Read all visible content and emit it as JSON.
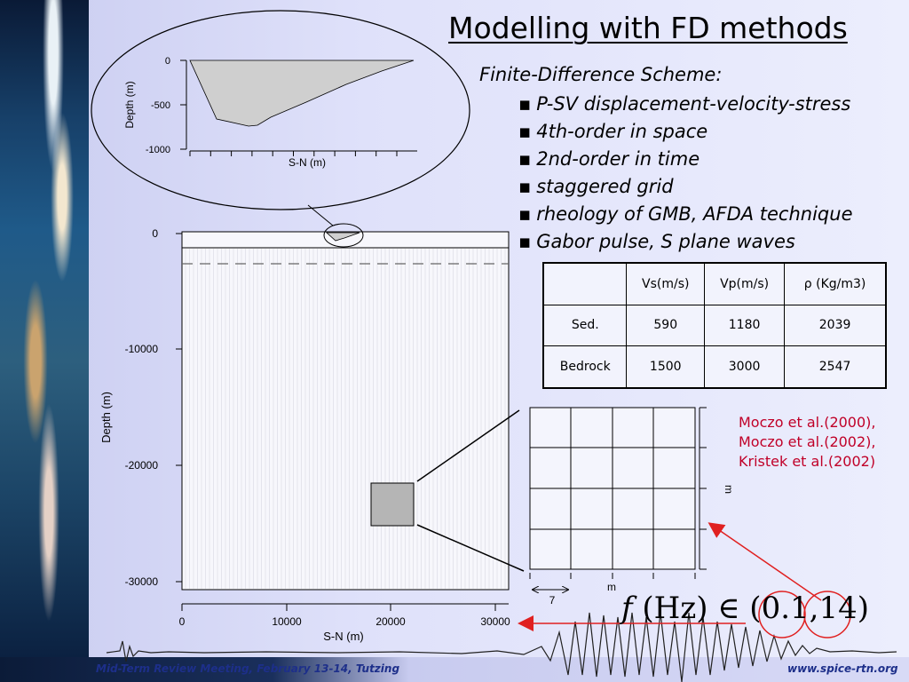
{
  "slide_title": "Modelling with FD methods",
  "scheme": {
    "heading": "Finite-Difference Scheme:",
    "items": [
      "P-SV displacement-velocity-stress",
      "4th-order in space",
      "2nd-order in time",
      "staggered grid",
      "rheology of GMB, AFDA technique",
      "Gabor pulse, S plane waves"
    ]
  },
  "table": {
    "headers": [
      "",
      "Vs(m/s)",
      "Vp(m/s)",
      "ρ (Kg/m3)"
    ],
    "rows": [
      [
        "Sed.",
        "590",
        "1180",
        "2039"
      ],
      [
        "Bedrock",
        "1500",
        "3000",
        "2547"
      ]
    ]
  },
  "references": [
    "Moczo et al.(2000),",
    "Moczo et al.(2002),",
    "Kristek et al.(2002)"
  ],
  "formula": {
    "f": "f",
    "hz": "(Hz)",
    "in": "∈",
    "lo": "0.1",
    "sep": ",",
    "hi": "14"
  },
  "main_plot": {
    "ylabel": "Depth (m)",
    "xlabel": "S-N (m)",
    "yticks": [
      "0",
      "-10000",
      "-20000",
      "-30000"
    ],
    "xticks": [
      "0",
      "10000",
      "20000",
      "30000"
    ]
  },
  "inset_plot": {
    "ylabel": "Depth (m)",
    "xlabel": "S-N (m)",
    "yticks": [
      "0",
      "-500",
      "-1000"
    ]
  },
  "grid_detail": {
    "x_label": "m",
    "spacing_label": "7",
    "y_label": "m"
  },
  "footer": {
    "left": "Mid-Term Review Meeting, February 13-14, Tutzing",
    "right": "www.spice-rtn.org"
  },
  "colors": {
    "reference_red": "#c00028",
    "footer_blue": "#1d2f8a",
    "basin_fill": "#cfcfcf"
  }
}
